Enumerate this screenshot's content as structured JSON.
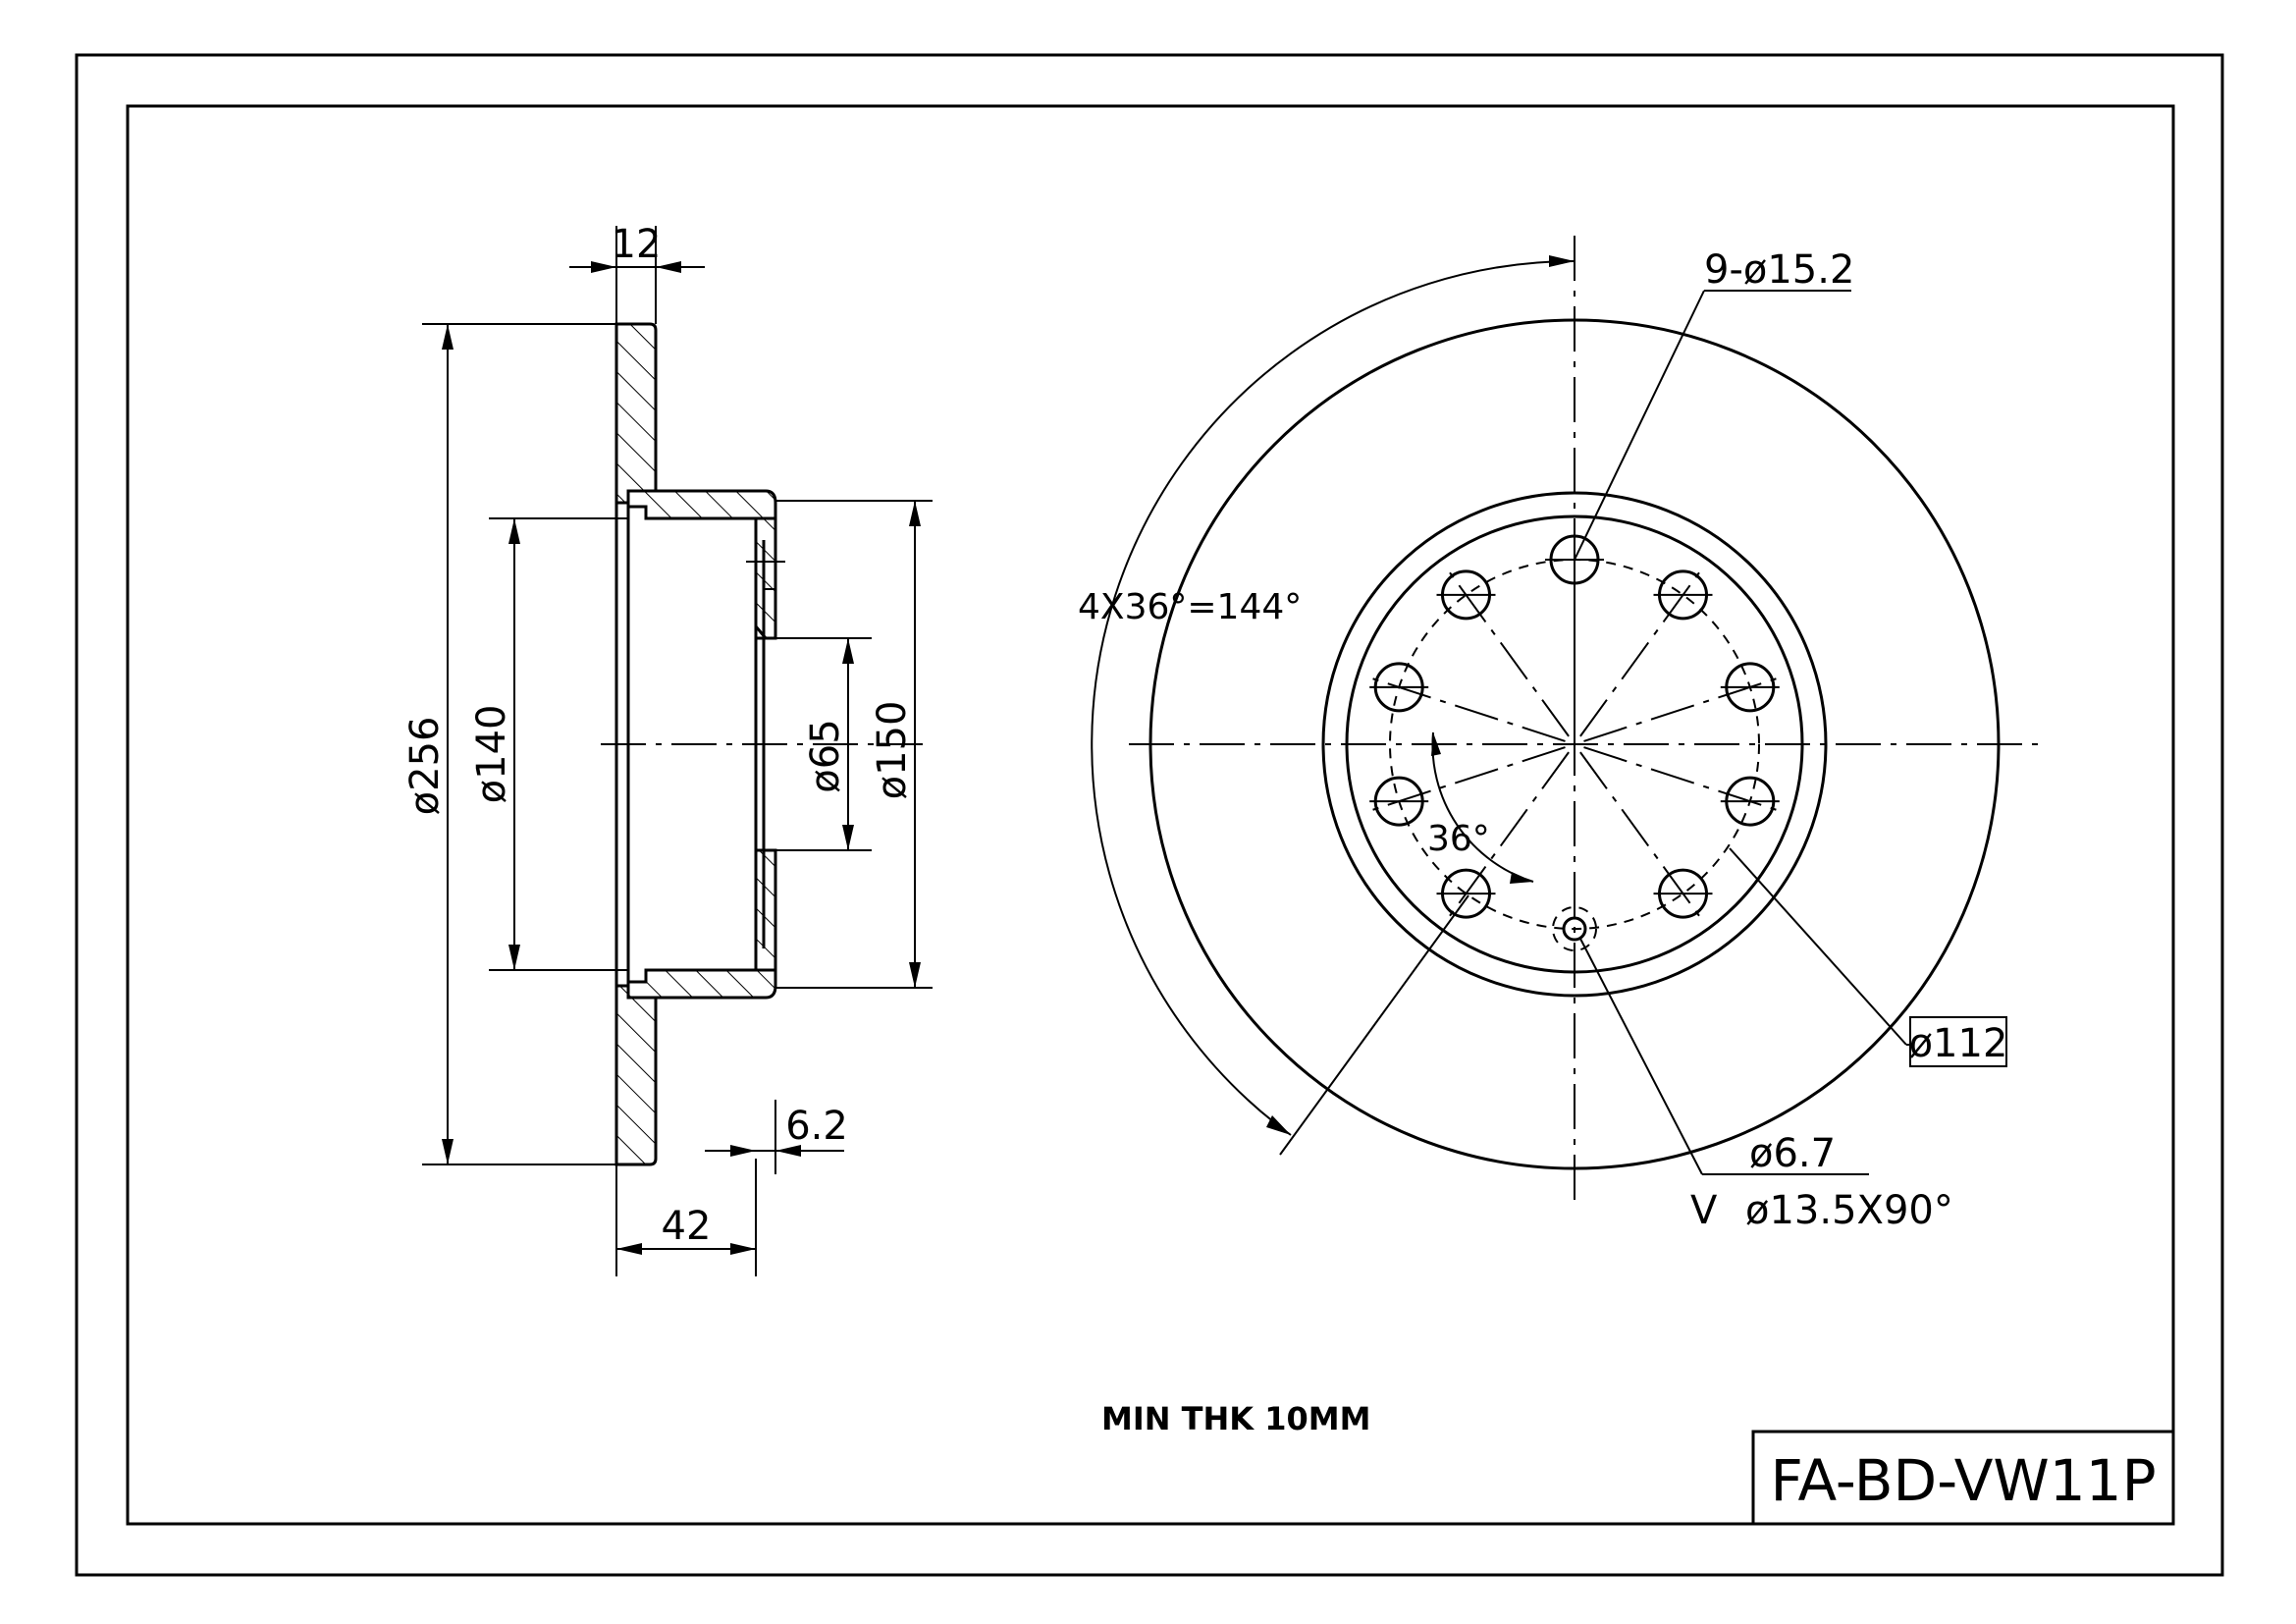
{
  "section_view": {
    "dim_thickness": "12",
    "dim_outer_diameter": "ø256",
    "dim_hat_inner_diameter": "ø140",
    "dim_center_bore": "ø65",
    "dim_hat_outer_diameter": "ø150",
    "dim_hat_wall": "6.2",
    "dim_offset": "42"
  },
  "face_view": {
    "bolt_holes": "9-ø15.2",
    "angle_span": "4X36°=144°",
    "angle_step": "36°",
    "pitch_circle": "ø112",
    "locator_hole": "ø6.7",
    "countersink": "ø13.5X90°",
    "countersink_symbol": "V"
  },
  "note": "MIN THK 10MM",
  "part_number": "FA-BD-VW11P"
}
